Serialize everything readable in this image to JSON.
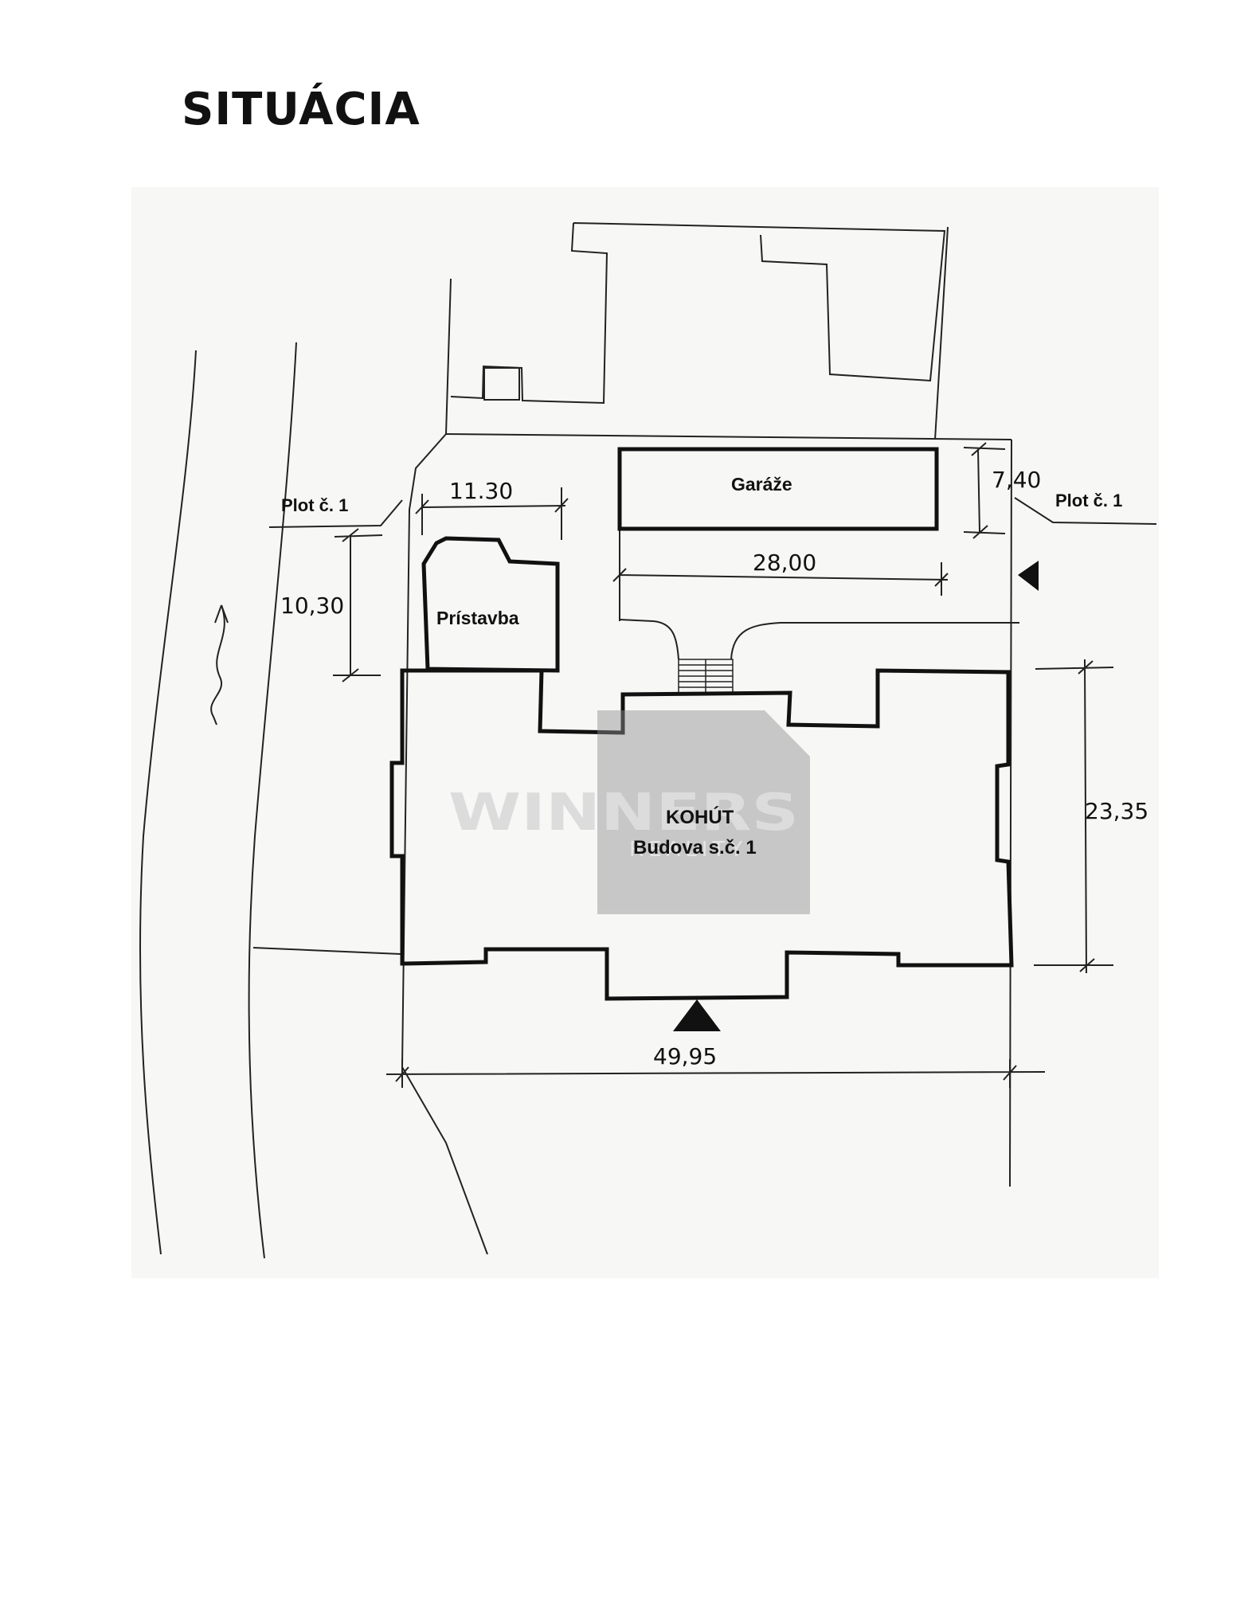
{
  "title": "SITUÁCIA",
  "labels": {
    "fence_left": "Plot č. 1",
    "fence_right": "Plot č. 1",
    "garages": "Garáže",
    "annex": "Prístavba",
    "building_name": "KOHÚT",
    "building_number": "Budova s.č. 1"
  },
  "dimensions": {
    "annex_width": "11.30",
    "annex_depth": "10,30",
    "garage_depth": "7,40",
    "garage_length": "28,00",
    "building_depth": "23,35",
    "building_width": "49,95"
  },
  "watermark": {
    "brand": "WINNERS",
    "sub": "REALITY"
  },
  "colors": {
    "ink": "#111111",
    "paper": "#f7f7f6",
    "watermark": "#9a9a9a"
  },
  "icons": [
    "north-arrow-icon",
    "entrance-arrow-icon"
  ]
}
